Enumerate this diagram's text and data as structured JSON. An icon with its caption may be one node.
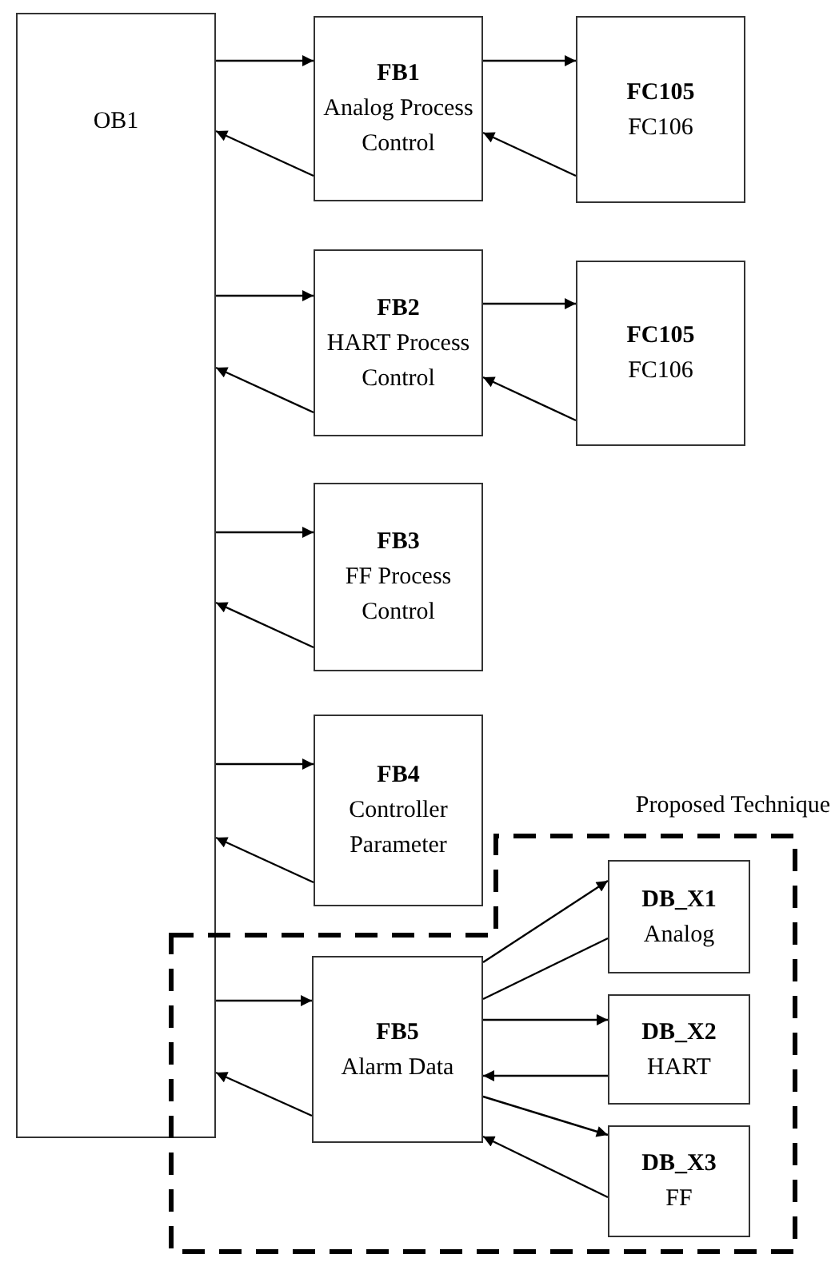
{
  "diagram": {
    "nodes": [
      {
        "text": [
          "OB1"
        ]
      },
      {
        "text": [
          "FB1",
          "Analog Process Control"
        ]
      },
      {
        "text": [
          "FC105",
          "FC106"
        ]
      },
      {
        "text": [
          "FB2",
          "HART Process Control"
        ]
      },
      {
        "text": [
          "FC105",
          "FC106"
        ]
      },
      {
        "text": [
          "FB3",
          "FF Process Control"
        ]
      },
      {
        "text": [
          "FB4",
          "Controller Parameter"
        ]
      },
      {
        "text": [
          "Proposed Technique"
        ]
      },
      {
        "text": [
          "FB5",
          "Alarm Data"
        ],
        "in": 7
      },
      {
        "text": [
          "DB_X1",
          "Analog"
        ],
        "in": 7
      },
      {
        "text": [
          "DB_X2",
          "HART"
        ],
        "in": 7
      },
      {
        "text": [
          "DB_X3",
          "FF"
        ],
        "in": 7
      }
    ],
    "edges": [
      {
        "from": 0,
        "to": 1,
        "arrow": "to"
      },
      {
        "from": 1,
        "to": 0,
        "arrow": "to"
      },
      {
        "from": 1,
        "to": 2,
        "arrow": "to"
      },
      {
        "from": 2,
        "to": 1,
        "arrow": "to"
      },
      {
        "from": 0,
        "to": 3,
        "arrow": "to"
      },
      {
        "from": 3,
        "to": 0,
        "arrow": "to"
      },
      {
        "from": 3,
        "to": 4,
        "arrow": "to"
      },
      {
        "from": 4,
        "to": 3,
        "arrow": "to"
      },
      {
        "from": 0,
        "to": 5,
        "arrow": "to"
      },
      {
        "from": 5,
        "to": 0,
        "arrow": "to"
      },
      {
        "from": 0,
        "to": 6,
        "arrow": "to"
      },
      {
        "from": 6,
        "to": 0,
        "arrow": "to"
      },
      {
        "from": 0,
        "to": 8,
        "arrow": "to"
      },
      {
        "from": 8,
        "to": 0,
        "arrow": "to"
      },
      {
        "from": 8,
        "to": 9,
        "arrow": "to"
      },
      {
        "from": 9,
        "to": 8,
        "arrow": "none"
      },
      {
        "from": 8,
        "to": 10,
        "arrow": "to"
      },
      {
        "from": 10,
        "to": 8,
        "arrow": "to"
      },
      {
        "from": 8,
        "to": 11,
        "arrow": "to"
      },
      {
        "from": 11,
        "to": 8,
        "arrow": "to"
      }
    ]
  }
}
